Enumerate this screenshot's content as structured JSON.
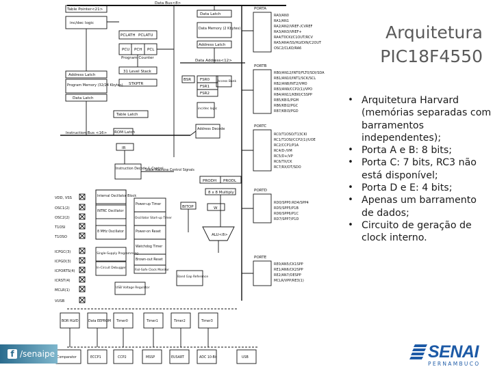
{
  "title": {
    "line1": "Arquitetura",
    "line2": "PIC18F4550"
  },
  "bullets": [
    "Arquitetura Harvard (memórias separadas com barramentos independentes);",
    "Porta A e B: 8 bits;",
    "Porta C: 7 bits, RC3 não está disponível;",
    "Porta D e E: 4 bits;",
    "Apenas um barramento de dados;",
    "Circuito de geração de clock interno."
  ],
  "footer": {
    "facebook_handle": "/senaipe",
    "logo_word": "SENAI",
    "logo_sub": "PERNAMBUCO"
  },
  "colors": {
    "title": "#5a5a5a",
    "logo_blue": "#1d5aa6",
    "footer_bar": "#2b6c8e"
  },
  "diagram": {
    "data_bus_label": "Data Bus<8>",
    "table_pointer": "Table Pointer<21>",
    "inc_dec_logic": "inc/dec logic",
    "pclath": "PCLATH",
    "pclatu": "PCLATU",
    "pcu": "PCU",
    "pch": "PCH",
    "pcl": "PCL",
    "program_counter": "Program Counter",
    "level_stack": "31 Level Stack",
    "stkptr": "STKPTR",
    "address_latch": "Address Latch",
    "program_memory": "Program Memory (32/24 Kbytes)",
    "data_latch_pm": "Data Latch",
    "table_latch": "Table Latch",
    "rom_latch": "ROM Latch",
    "instruction_bus": "Instruction Bus <16>",
    "ir": "IR",
    "data_latch": "Data Latch",
    "data_memory": "Data Memory (2 Kbytes)",
    "address_latch_dm": "Address Latch",
    "data_address": "Data Address<12>",
    "bsr": "BSR",
    "fsr0": "FSR0",
    "fsr1": "FSR1",
    "fsr2": "FSR2",
    "access_bank": "Access Bank",
    "inc_dec_logic2": "inc/dec logic",
    "address_decode": "Address Decode",
    "instruction_decode": "Instruction Decode & Control",
    "state_machine": "State Machine Control Signals",
    "prodh": "PRODH",
    "prodl": "PRODL",
    "multiply": "8 x 8 Multiply",
    "bitop": "BITOP",
    "wreg": "W",
    "alu": "ALU<8>",
    "internal_osc": "Internal Oscillator Block",
    "intrc_osc": "INTRC Oscillator",
    "mhz_osc": "8 MHz Oscillator",
    "single_supply": "Single-Supply Programming",
    "in_circuit_debugger": "In-Circuit Debugger",
    "power_up_timer": "Power-up Timer",
    "osc_startup_timer": "Oscillator Start-up Timer",
    "power_on_reset": "Power-on Reset",
    "watchdog_timer": "Watchdog Timer",
    "brown_out_reset": "Brown-out Reset",
    "fail_safe": "Fail-Safe Clock Monitor",
    "band_gap": "Band Gap Reference",
    "usb_voltage_regulator": "USB Voltage Regulator",
    "left_pins": [
      "VDD, VSS",
      "OSC1(2)",
      "OSC2(2)",
      "T1OSI",
      "T1OSO",
      "ICPGC(3)",
      "ICPGD(3)",
      "ICPORTS(4)",
      "ICRST(4)",
      "MCLR(1)",
      "VUSB"
    ],
    "porta_label": "PORTA",
    "porta_pins": [
      "RA0/AN0",
      "RA1/AN1",
      "RA2/AN2/VREF-/CVREF",
      "RA3/AN3/VREF+",
      "RA4/T0CKI/C1OUT/RCV",
      "RA5/AN4/SS/HLVDIN/C2OUT",
      "OSC2/CLKO/RA6"
    ],
    "portb_label": "PORTB",
    "portb_pins": [
      "RB0/AN12/INT0/FLT0/SDI/SDA",
      "RB1/AN10/INT1/SCK/SCL",
      "RB2/AN8/INT2/VMO",
      "RB3/AN9/CCP2(1)/VPO",
      "RB4/AN11/KBI0/CSSPP",
      "RB5/KBI1/PGM",
      "RB6/KBI2/PGC",
      "RB7/KBI3/PGD"
    ],
    "portc_label": "PORTC",
    "portc_pins": [
      "RC0/T1OSO/T13CKI",
      "RC1/T1OSI/CCP2(1)/UOE",
      "RC2/CCP1/P1A",
      "RC4/D-/VM",
      "RC5/D+/VP",
      "RC6/TX/CK",
      "RC7/RX/DT/SDO"
    ],
    "portd_label": "PORTD",
    "portd_pins": [
      "RD0/SPP0:RD4/SPP4",
      "RD5/SPP5/P1B",
      "RD6/SPP6/P1C",
      "RD7/SPP7/P1D"
    ],
    "porte_label": "PORTE",
    "porte_pins": [
      "RE0/AN5/CK1SPP",
      "RE1/AN6/CK2SPP",
      "RE2/AN7/OESPP",
      "MCLR/VPP/RE3(1)"
    ],
    "bottom_modules_top": [
      "BOR HLVD",
      "Data EEPROM",
      "Timer0",
      "Timer1",
      "Timer2",
      "Timer3"
    ],
    "bottom_modules_bottom": [
      "Comparator",
      "ECCP1",
      "CCP2",
      "MSSP",
      "EUSART",
      "ADC 10-Bit",
      "USB"
    ]
  }
}
